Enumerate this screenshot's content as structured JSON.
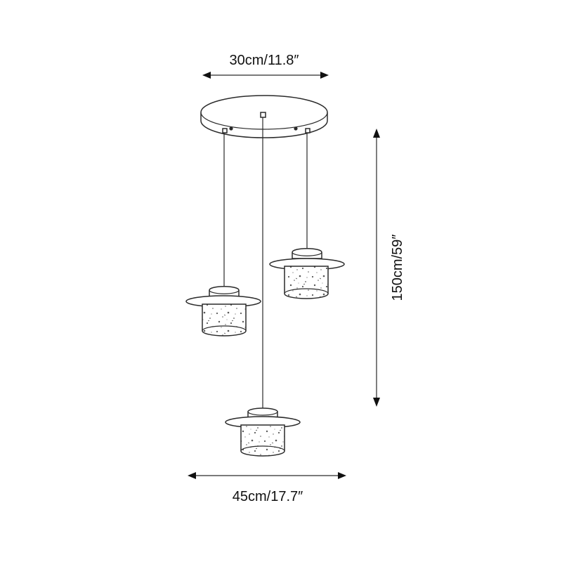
{
  "dimensions": {
    "top_width": "30cm/11.8″",
    "height": "150cm/59″",
    "bottom_width": "45cm/17.7″"
  },
  "colors": {
    "line": "#2a2a2a",
    "text": "#111111",
    "background": "#ffffff"
  }
}
